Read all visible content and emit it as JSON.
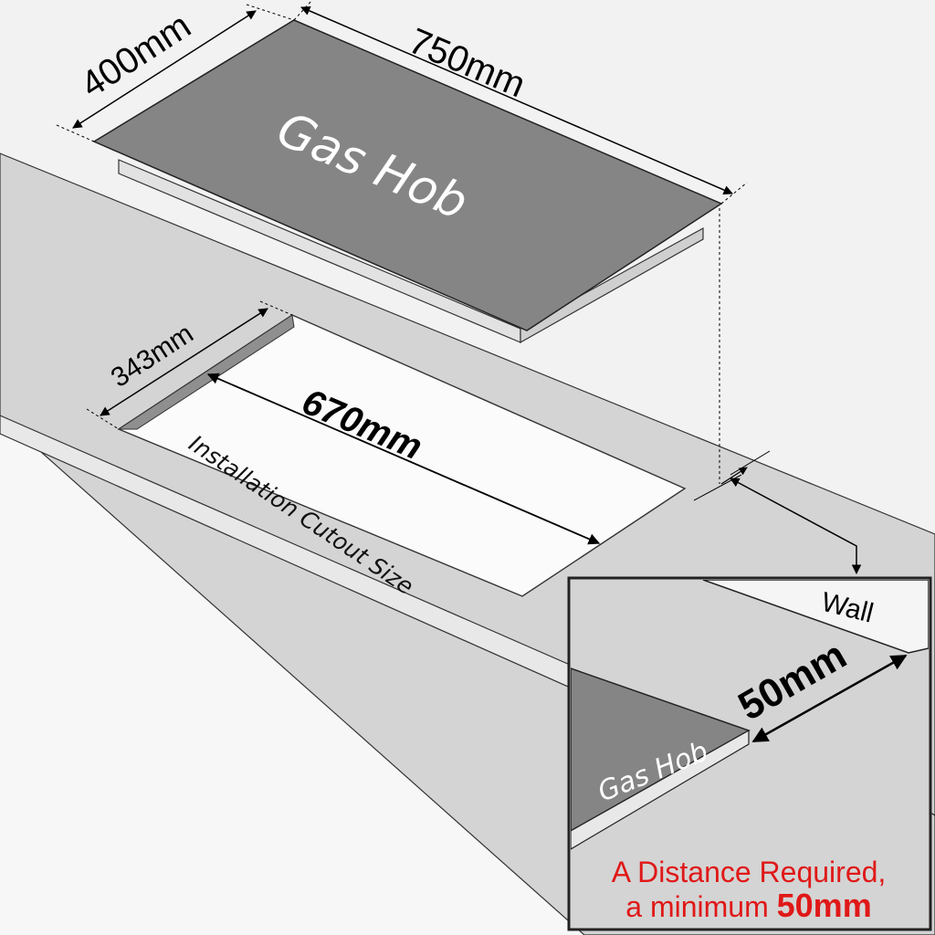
{
  "diagram": {
    "hob_label": "Gas Hob",
    "hob_width": "750mm",
    "hob_depth": "400mm",
    "cutout_width": "670mm",
    "cutout_depth": "343mm",
    "cutout_label": "Installation Cutout Size"
  },
  "inset": {
    "wall_label": "Wall",
    "hob_label": "Gas Hob",
    "distance": "50mm",
    "note_line1": "A Distance Required,",
    "note_line2_prefix": "a minimum ",
    "note_line2_value": "50mm"
  },
  "colors": {
    "background": "#f0f0f0",
    "counter_top": "#d4d4d4",
    "counter_edge": "#e6e6e6",
    "hob_glass": "#858585",
    "cutout": "#fbfbfb",
    "note_red": "#e01818"
  }
}
